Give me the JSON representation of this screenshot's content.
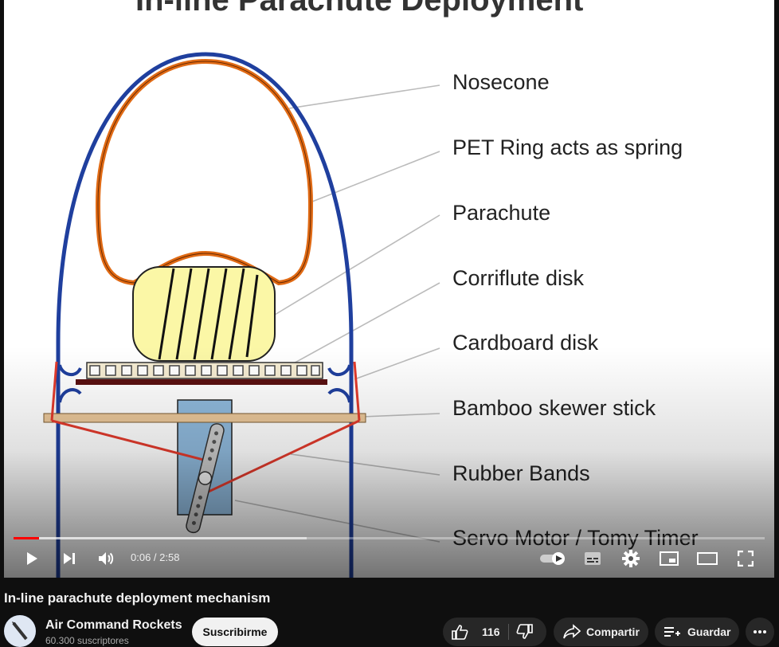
{
  "slide": {
    "title_fragment": "In-line Parachute Deployment",
    "labels": [
      "Nosecone",
      "PET Ring acts as spring",
      "Parachute",
      "Corriflute disk",
      "Cardboard disk",
      "Bamboo skewer stick",
      "Rubber Bands",
      "Servo Motor / Tomy Timer"
    ]
  },
  "player": {
    "current_time": "0:06",
    "duration": "2:58",
    "progress_fraction": 0.034,
    "buffered_fraction": 0.39
  },
  "video": {
    "title": "In-line parachute deployment mechanism",
    "channel_name": "Air Command Rockets",
    "subscribers": "60.300 suscriptores",
    "subscribe_label": "Suscribirme",
    "like_count": "116",
    "share_label": "Compartir",
    "save_label": "Guardar"
  },
  "colors": {
    "background": "#0f0f0f",
    "progress_played": "#ff0000",
    "nosecone": "#1f3f9e",
    "pet_ring": "#e06a14",
    "parachute": "#fbf7a6",
    "servo": "#8fb9dc",
    "rubber_band": "#e23a2c"
  },
  "icons": [
    "play-icon",
    "next-icon",
    "volume-icon",
    "autoplay-toggle-icon",
    "subtitles-icon",
    "settings-icon",
    "miniplayer-icon",
    "theater-icon",
    "fullscreen-icon",
    "like-icon",
    "dislike-icon",
    "share-icon",
    "save-icon",
    "more-icon"
  ]
}
